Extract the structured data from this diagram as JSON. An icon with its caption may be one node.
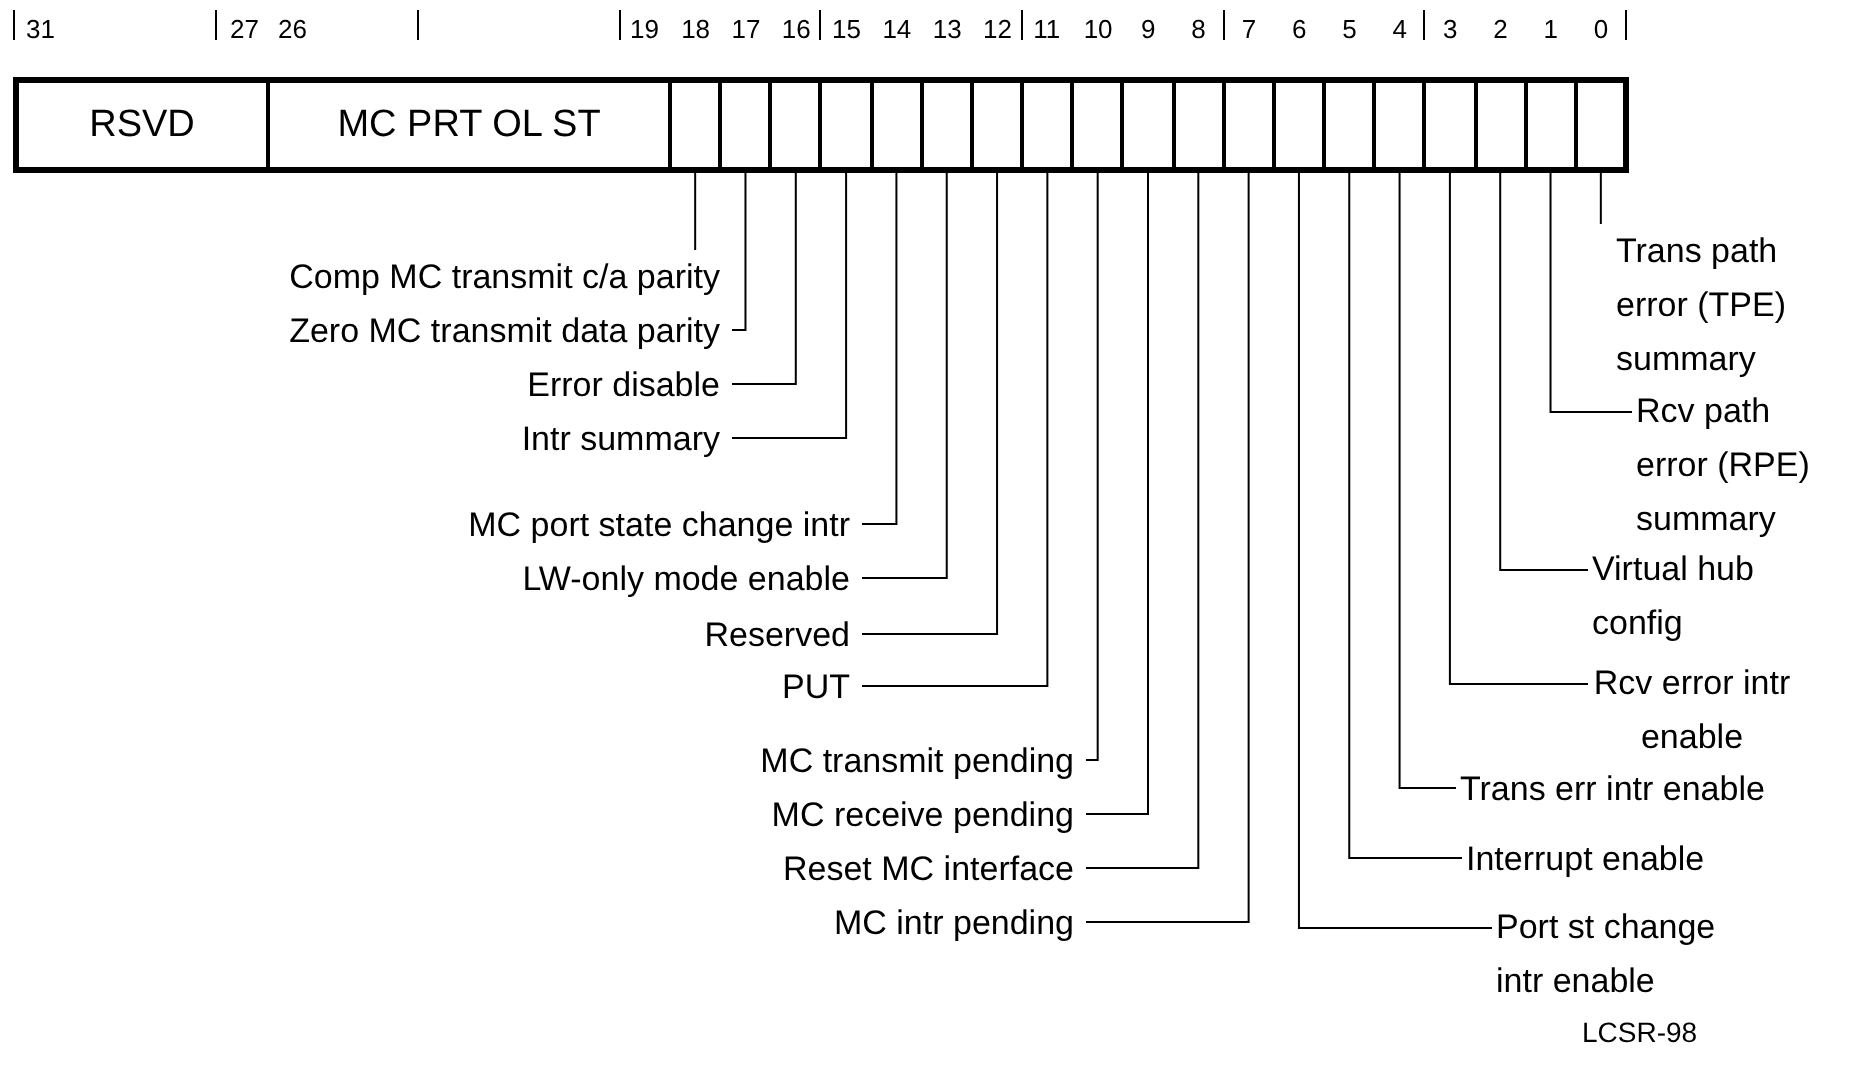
{
  "diagram": {
    "nodes": [
      {
        "text": [
          "RSVD"
        ]
      },
      {
        "text": [
          "MC PRT OL ST"
        ]
      },
      {
        "text": [],
        "shape": "box"
      },
      {
        "text": [],
        "shape": "box"
      },
      {
        "text": [],
        "shape": "box"
      },
      {
        "text": [],
        "shape": "box"
      },
      {
        "text": [],
        "shape": "box"
      },
      {
        "text": [],
        "shape": "box"
      },
      {
        "text": [],
        "shape": "box"
      },
      {
        "text": [],
        "shape": "box"
      },
      {
        "text": [],
        "shape": "box"
      },
      {
        "text": [],
        "shape": "box"
      },
      {
        "text": [],
        "shape": "box"
      },
      {
        "text": [],
        "shape": "box"
      },
      {
        "text": [],
        "shape": "box"
      },
      {
        "text": [],
        "shape": "box"
      },
      {
        "text": [],
        "shape": "box"
      },
      {
        "text": [],
        "shape": "box"
      },
      {
        "text": [],
        "shape": "box"
      },
      {
        "text": [],
        "shape": "box"
      },
      {
        "text": [],
        "shape": "box"
      },
      {
        "text": [
          "Comp MC transmit c/a parity"
        ]
      },
      {
        "text": [
          "Zero MC transmit data parity"
        ]
      },
      {
        "text": [
          "Error disable"
        ]
      },
      {
        "text": [
          "Intr summary"
        ]
      },
      {
        "text": [
          "MC port state change intr"
        ]
      },
      {
        "text": [
          "LW-only mode enable"
        ]
      },
      {
        "text": [
          "Reserved"
        ]
      },
      {
        "text": [
          "PUT"
        ]
      },
      {
        "text": [
          "MC transmit pending"
        ]
      },
      {
        "text": [
          "MC receive pending"
        ]
      },
      {
        "text": [
          "Reset MC interface"
        ]
      },
      {
        "text": [
          "MC intr pending"
        ]
      },
      {
        "text": [
          "Port st change intr enable"
        ]
      },
      {
        "text": [
          "Interrupt enable"
        ]
      },
      {
        "text": [
          "Trans err intr enable"
        ]
      },
      {
        "text": [
          "Rcv error intr enable"
        ]
      },
      {
        "text": [
          "Virtual hub config"
        ]
      },
      {
        "text": [
          "Rcv path error (RPE) summary"
        ]
      },
      {
        "text": [
          "Trans path error (TPE) summary"
        ]
      }
    ],
    "edges": [
      {
        "from": 21,
        "to": 2,
        "arrow": "none"
      },
      {
        "from": 22,
        "to": 3,
        "arrow": "none"
      },
      {
        "from": 23,
        "to": 4,
        "arrow": "none"
      },
      {
        "from": 24,
        "to": 5,
        "arrow": "none"
      },
      {
        "from": 25,
        "to": 6,
        "arrow": "none"
      },
      {
        "from": 26,
        "to": 7,
        "arrow": "none"
      },
      {
        "from": 27,
        "to": 8,
        "arrow": "none"
      },
      {
        "from": 28,
        "to": 9,
        "arrow": "none"
      },
      {
        "from": 29,
        "to": 10,
        "arrow": "none"
      },
      {
        "from": 30,
        "to": 11,
        "arrow": "none"
      },
      {
        "from": 31,
        "to": 12,
        "arrow": "none"
      },
      {
        "from": 32,
        "to": 13,
        "arrow": "none"
      },
      {
        "from": 33,
        "to": 14,
        "arrow": "none"
      },
      {
        "from": 34,
        "to": 15,
        "arrow": "none"
      },
      {
        "from": 35,
        "to": 16,
        "arrow": "none"
      },
      {
        "from": 36,
        "to": 17,
        "arrow": "none"
      },
      {
        "from": 37,
        "to": 18,
        "arrow": "none"
      },
      {
        "from": 38,
        "to": 19,
        "arrow": "none"
      },
      {
        "from": 39,
        "to": 20,
        "arrow": "none"
      }
    ],
    "labels": [
      "31",
      "27",
      "26",
      "19",
      "18",
      "17",
      "16",
      "15",
      "14",
      "13",
      "12",
      "11",
      "10",
      "9",
      "8",
      "7",
      "6",
      "5",
      "4",
      "3",
      "2",
      "1",
      "0",
      "LCSR-98"
    ]
  }
}
